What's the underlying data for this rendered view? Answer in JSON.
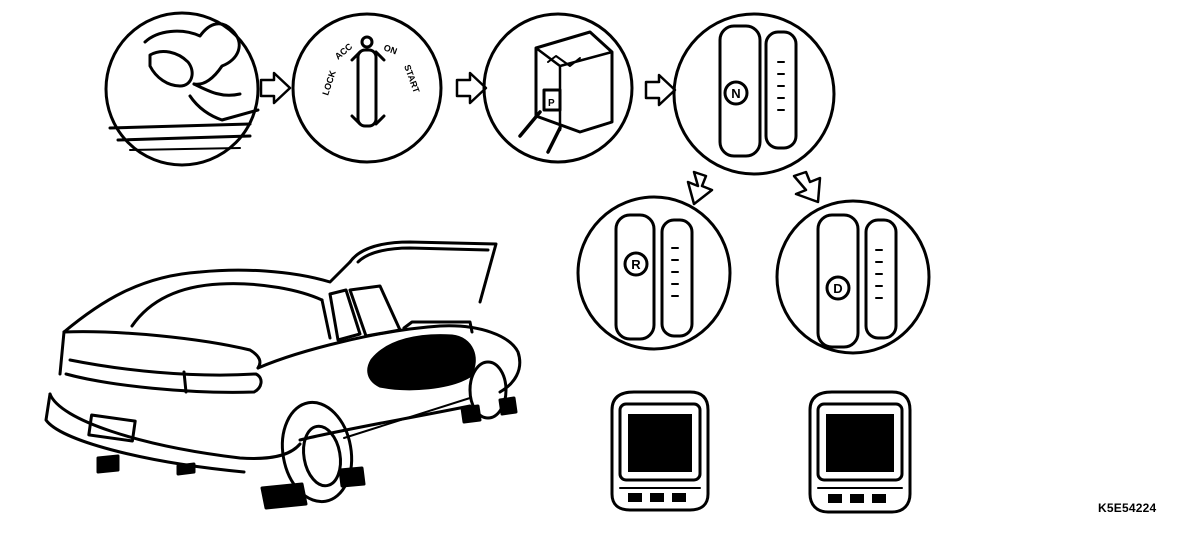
{
  "ignition_labels": {
    "lock": "LOCK",
    "acc": "ACC",
    "on": "ON",
    "start": "START"
  },
  "shift_positions": {
    "neutral": "N",
    "reverse": "R",
    "drive": "D"
  },
  "switch_label": "P",
  "reference_code": "K5E54224",
  "colors": {
    "ink": "#000000",
    "paper": "#ffffff"
  }
}
